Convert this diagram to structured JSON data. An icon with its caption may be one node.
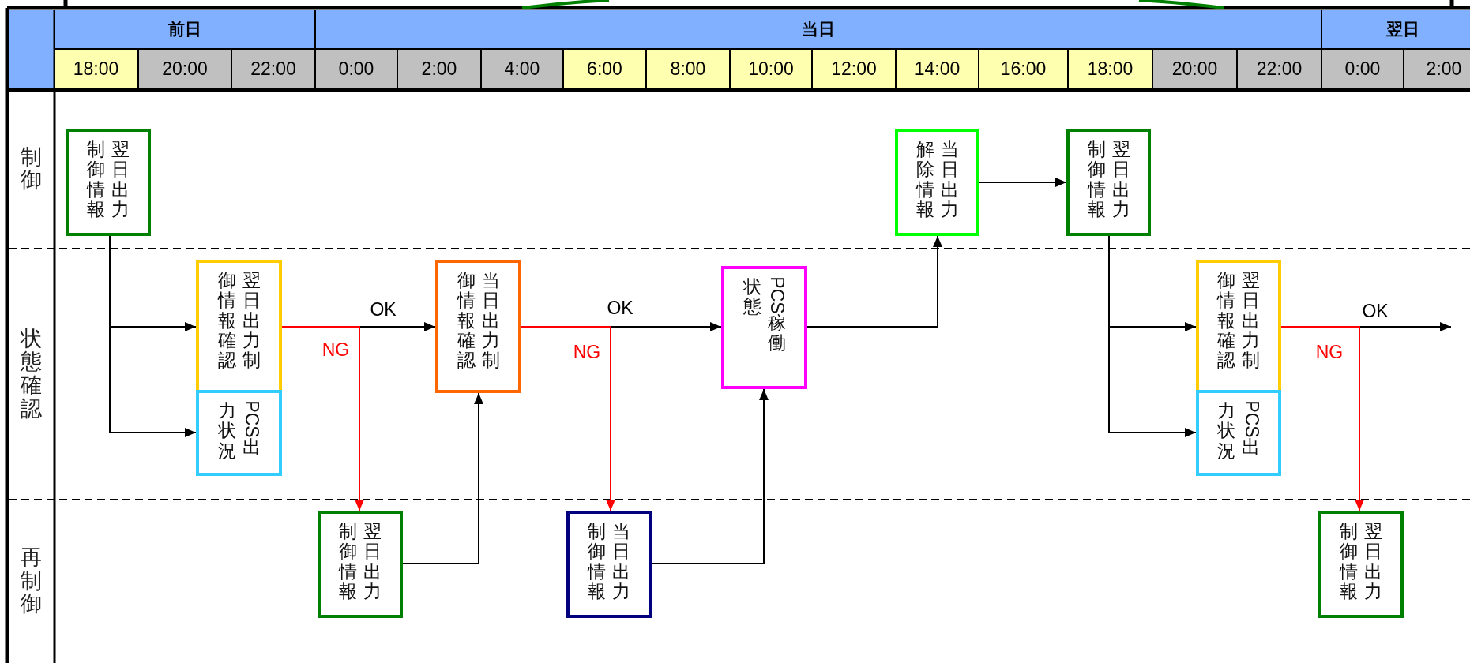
{
  "diagram": {
    "nodes": [
      {
        "text": [
          "翌日出力制御情報"
        ]
      },
      {
        "text": [
          "当日出力解除情報"
        ]
      },
      {
        "text": [
          "翌日出力制御情報"
        ]
      },
      {
        "text": [
          "翌日出力制御情報確認"
        ]
      },
      {
        "text": [
          "PCS出力状況"
        ]
      },
      {
        "text": [
          "当日出力制御情報確認"
        ]
      },
      {
        "text": [
          "PCS稼働状態"
        ]
      },
      {
        "text": [
          "翌日出力制御情報確認"
        ]
      },
      {
        "text": [
          "PCS出力状況"
        ]
      },
      {
        "text": [
          "翌日出力制御情報"
        ]
      },
      {
        "text": [
          "当日出力制御情報"
        ]
      },
      {
        "text": [
          "翌日出力制御情報"
        ]
      }
    ],
    "edges": [
      {
        "from": 0,
        "to": 3,
        "arrow": "to"
      },
      {
        "from": 0,
        "to": 4,
        "arrow": "to"
      },
      {
        "from": 3,
        "to": 5,
        "label": "OK",
        "arrow": "to"
      },
      {
        "from": 3,
        "to": 9,
        "label": "NG",
        "arrow": "to",
        "color": "#ff0000"
      },
      {
        "from": 9,
        "to": 5,
        "arrow": "to"
      },
      {
        "from": 5,
        "to": 6,
        "label": "OK",
        "arrow": "to"
      },
      {
        "from": 5,
        "to": 10,
        "label": "NG",
        "arrow": "to",
        "color": "#ff0000"
      },
      {
        "from": 10,
        "to": 6,
        "arrow": "to"
      },
      {
        "from": 6,
        "to": 1,
        "arrow": "to"
      },
      {
        "from": 1,
        "to": 2,
        "arrow": "to"
      },
      {
        "from": 2,
        "to": 7,
        "arrow": "to"
      },
      {
        "from": 2,
        "to": 8,
        "arrow": "to"
      },
      {
        "from": 7,
        "to": null,
        "label": "OK",
        "arrow": "to"
      },
      {
        "from": 7,
        "to": 11,
        "label": "NG",
        "arrow": "to",
        "color": "#ff0000"
      }
    ],
    "labels": [
      "前日",
      "当日",
      "翌日",
      "18:00",
      "20:00",
      "22:00",
      "0:00",
      "2:00",
      "4:00",
      "6:00",
      "8:00",
      "10:00",
      "12:00",
      "14:00",
      "16:00",
      "18:00",
      "20:00",
      "22:00",
      "0:00",
      "2:00",
      "制御",
      "状態確認",
      "再制御"
    ]
  }
}
